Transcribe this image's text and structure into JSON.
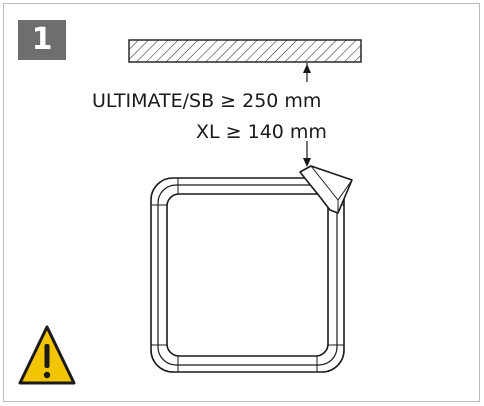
{
  "step": {
    "number": "1"
  },
  "clearance": {
    "line1": "ULTIMATE/SB ≥ 250 mm",
    "line2": "XL  ≥ 140 mm"
  },
  "icons": {
    "warning": "warning-triangle-icon"
  },
  "colors": {
    "badge_bg": "#6e6e6e",
    "warning_fill": "#f2c500",
    "stroke": "#1a1a1a"
  }
}
